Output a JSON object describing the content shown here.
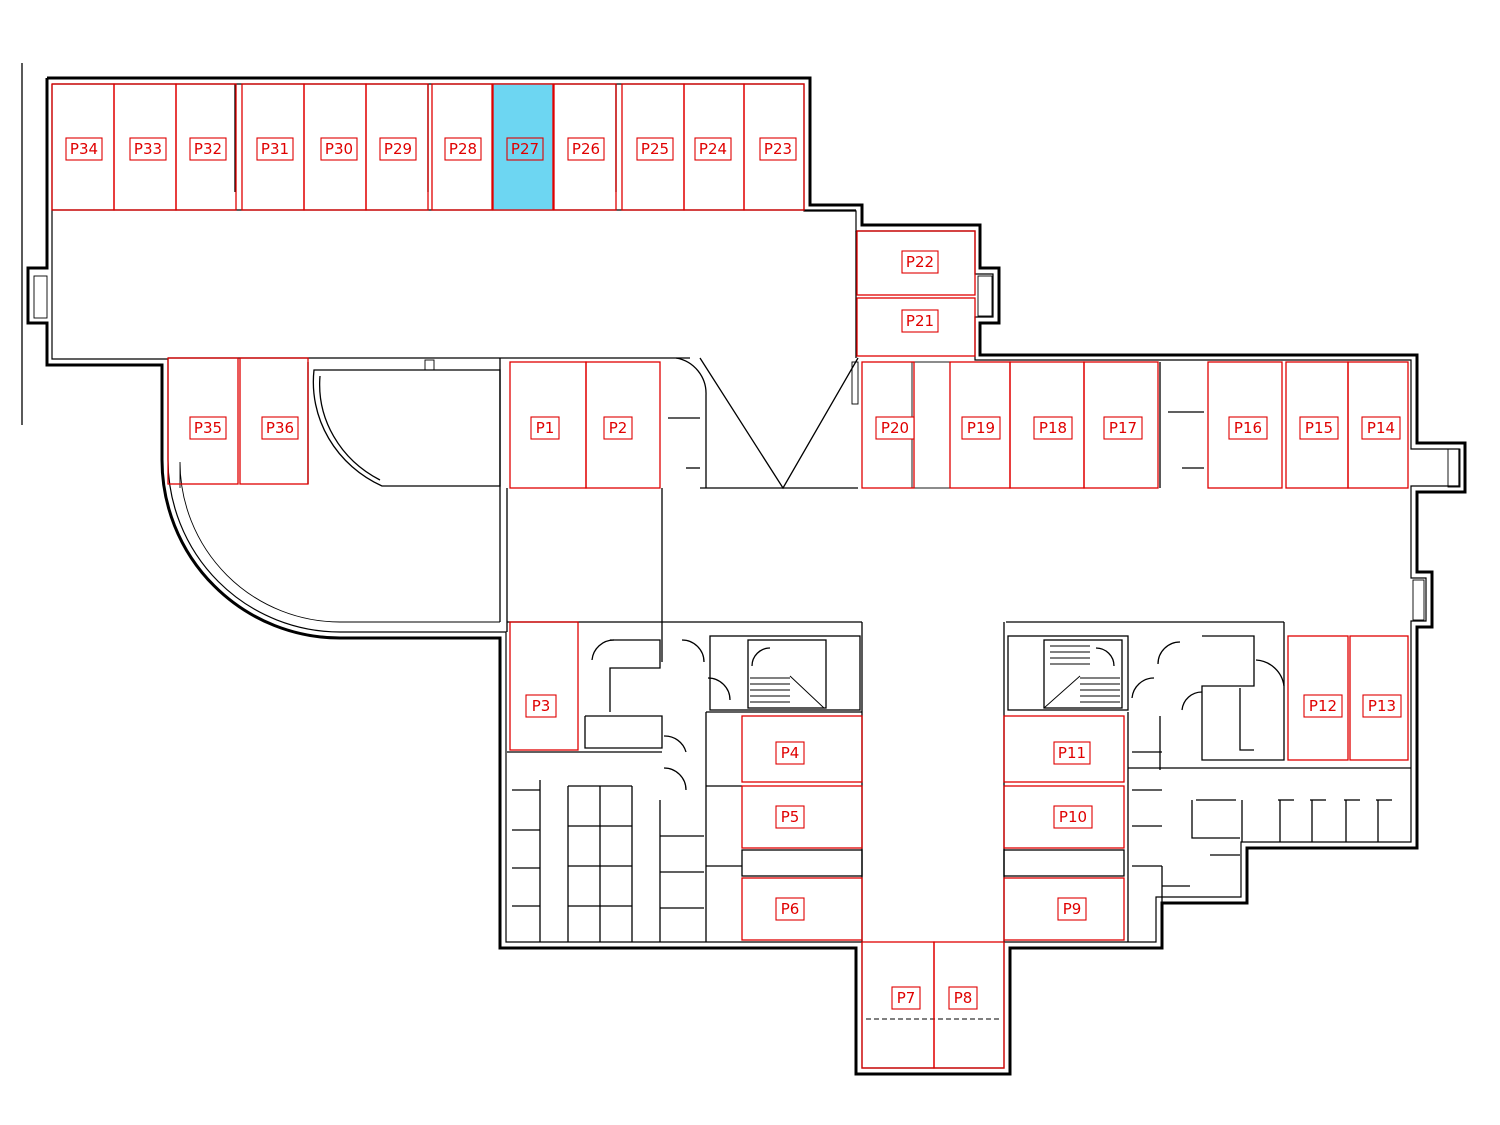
{
  "colors": {
    "wall": "#000000",
    "parking_outline": "#e00000",
    "selected_fill": "#6dd6f2"
  },
  "selected_space": "P27",
  "spaces": [
    {
      "label": "P34"
    },
    {
      "label": "P33"
    },
    {
      "label": "P32"
    },
    {
      "label": "P31"
    },
    {
      "label": "P30"
    },
    {
      "label": "P29"
    },
    {
      "label": "P28"
    },
    {
      "label": "P27"
    },
    {
      "label": "P26"
    },
    {
      "label": "P25"
    },
    {
      "label": "P24"
    },
    {
      "label": "P23"
    },
    {
      "label": "P22"
    },
    {
      "label": "P21"
    },
    {
      "label": "P35"
    },
    {
      "label": "P36"
    },
    {
      "label": "P1"
    },
    {
      "label": "P2"
    },
    {
      "label": "P20"
    },
    {
      "label": "P19"
    },
    {
      "label": "P18"
    },
    {
      "label": "P17"
    },
    {
      "label": "P16"
    },
    {
      "label": "P15"
    },
    {
      "label": "P14"
    },
    {
      "label": "P3"
    },
    {
      "label": "P12"
    },
    {
      "label": "P13"
    },
    {
      "label": "P4"
    },
    {
      "label": "P5"
    },
    {
      "label": "P6"
    },
    {
      "label": "P11"
    },
    {
      "label": "P10"
    },
    {
      "label": "P9"
    },
    {
      "label": "P7"
    },
    {
      "label": "P8"
    }
  ]
}
